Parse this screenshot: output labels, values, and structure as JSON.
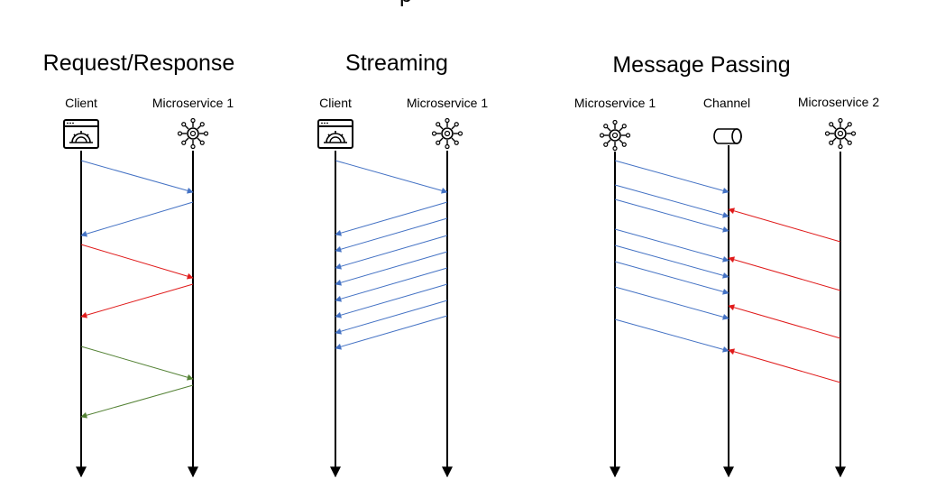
{
  "header_fragment": "p",
  "panels": [
    {
      "title": "Request/Response",
      "actors": [
        {
          "label": "Client",
          "icon": "browser-gear-icon"
        },
        {
          "label": "Microservice 1",
          "icon": "microservice-hub-icon"
        }
      ]
    },
    {
      "title": "Streaming",
      "actors": [
        {
          "label": "Client",
          "icon": "browser-gear-icon"
        },
        {
          "label": "Microservice 1",
          "icon": "microservice-hub-icon"
        }
      ]
    },
    {
      "title": "Message Passing",
      "actors": [
        {
          "label": "Microservice 1",
          "icon": "microservice-hub-icon"
        },
        {
          "label": "Channel",
          "icon": "channel-cylinder-icon"
        },
        {
          "label": "Microservice 2",
          "icon": "microservice-hub-icon"
        }
      ]
    }
  ],
  "colors": {
    "blue": "#4472C4",
    "red": "#E01B1B",
    "green": "#548235",
    "lifeline": "#000000"
  },
  "messages": {
    "request_response": [
      {
        "from": "Client",
        "to": "Microservice 1",
        "color": "blue"
      },
      {
        "from": "Microservice 1",
        "to": "Client",
        "color": "blue"
      },
      {
        "from": "Client",
        "to": "Microservice 1",
        "color": "red"
      },
      {
        "from": "Microservice 1",
        "to": "Client",
        "color": "red"
      },
      {
        "from": "Client",
        "to": "Microservice 1",
        "color": "green"
      },
      {
        "from": "Microservice 1",
        "to": "Client",
        "color": "green"
      }
    ],
    "streaming": {
      "requests": [
        {
          "from": "Client",
          "to": "Microservice 1",
          "color": "blue"
        }
      ],
      "responses_count": 8,
      "response_color": "blue"
    },
    "message_passing": {
      "publish_count": 8,
      "publish_color": "blue",
      "consume_count": 4,
      "consume_color": "red"
    }
  }
}
